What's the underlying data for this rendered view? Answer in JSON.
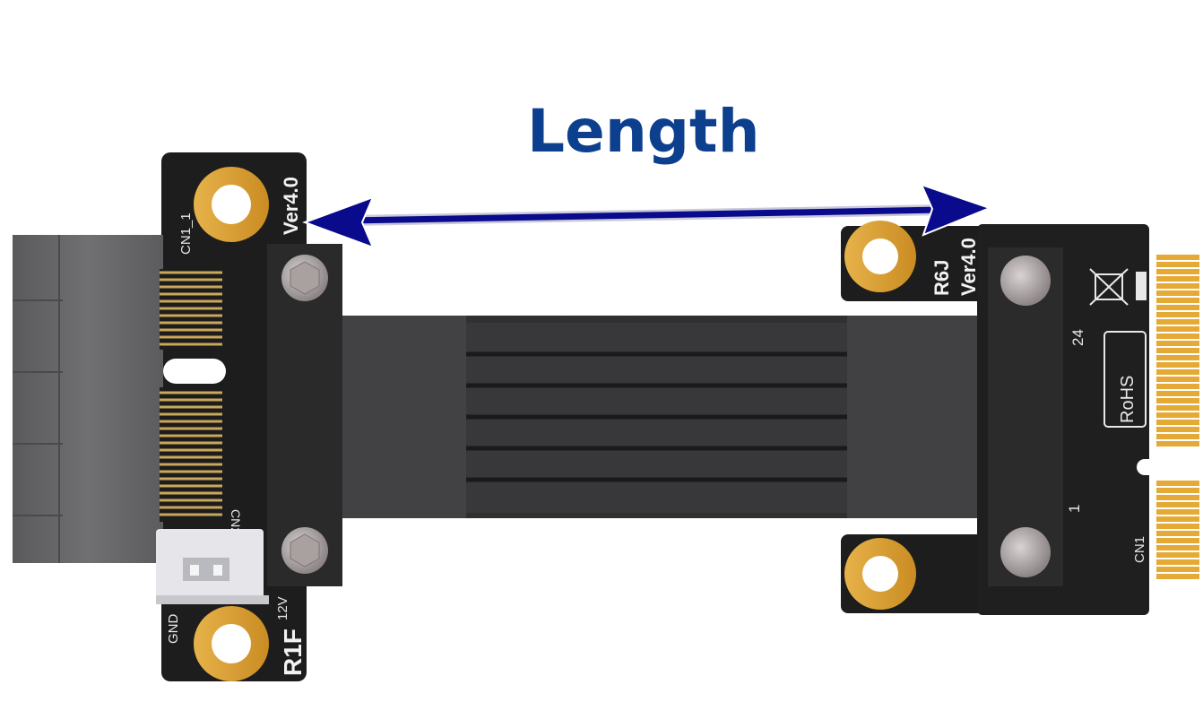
{
  "title": {
    "text": "Length",
    "color": "#0d3f8f"
  },
  "arrow": {
    "color": "#0a0a8c"
  },
  "left_board": {
    "version": "Ver4.0",
    "connector_cn1": "CN1_1",
    "connector_cn2": "CN2",
    "model": "R1F",
    "power_label": "12V",
    "ground_label": "GND"
  },
  "right_board": {
    "version": "Ver4.0",
    "model": "R6J",
    "pin_24": "24",
    "pin_1": "1",
    "connector": "CN1",
    "rohs": "RoHS"
  },
  "colors": {
    "pcb": "#1d1d1d",
    "cable": "#3a3a3c",
    "gold": "#d9a640",
    "slot": "#5f5f61"
  }
}
